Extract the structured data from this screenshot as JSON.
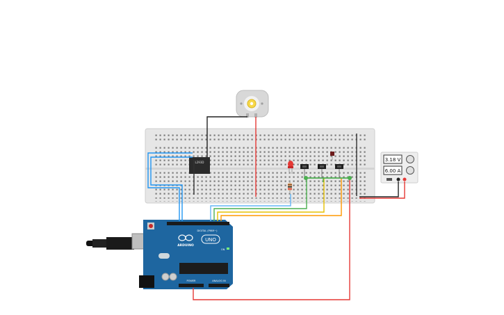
{
  "power_supply": {
    "voltage": "3.18 V",
    "current": "6.00 A"
  },
  "ic_chip": {
    "label": "L293D"
  },
  "arduino": {
    "brand": "ARDUINO",
    "model": "UNO",
    "digital_header_label": "DIGITAL (PWM~)",
    "power_label": "POWER",
    "analog_label": "ANALOG IN",
    "on_label": "ON"
  },
  "components": {
    "motor": "dc-motor",
    "led_color": "red",
    "buttons_count": 3
  },
  "wire_colors": {
    "power": "#e53935",
    "ground": "#222222",
    "signal_blue": "#2196f3",
    "signal_green": "#4caf50",
    "signal_yellow": "#e6c000",
    "signal_orange": "#ff9800",
    "signal_lightblue": "#64b5f6"
  }
}
